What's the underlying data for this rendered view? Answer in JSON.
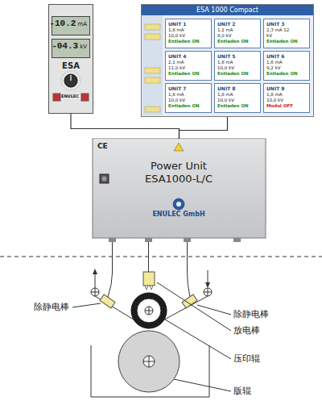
{
  "diagram": {
    "nodes": [
      {
        "text": [
          "ESA"
        ]
      },
      {
        "text": [
          "-10.2",
          "mA"
        ],
        "in": 0
      },
      {
        "text": [
          "-04.3",
          "kV"
        ],
        "in": 0
      },
      {
        "text": [
          "ESA 1000 Compact"
        ]
      },
      {
        "text": [
          "UNIT 1",
          "1,8 mA 10,0 kV",
          "Entladen ON"
        ],
        "in": 3
      },
      {
        "text": [
          "UNIT 2",
          "1,1 mA 8,0 kV",
          "Entladen ON"
        ],
        "in": 3
      },
      {
        "text": [
          "UNIT 3",
          "2,3 mA 12 kV",
          "Entladen ON"
        ],
        "in": 3
      },
      {
        "text": [
          "UNIT 4",
          "2,1 mA 11,0 kV",
          "Entladen ON"
        ],
        "in": 3
      },
      {
        "text": [
          "UNIT 5",
          "1,8 mA 10,0 kV",
          "Entladen ON"
        ],
        "in": 3
      },
      {
        "text": [
          "UNIT 6",
          "1,6 mA 9,2 kV",
          "Entladen ON"
        ],
        "in": 3
      },
      {
        "text": [
          "UNIT 7",
          "1,8 mA 10,0 kV",
          "Entladen ON"
        ],
        "in": 3
      },
      {
        "text": [
          "UNIT 8",
          "1,8 mA 10,0 kV",
          "Entladen ON"
        ],
        "in": 3
      },
      {
        "text": [
          "UNIT 9",
          "1,8 mA 10,0 kV",
          "Modul OFF"
        ],
        "in": 3
      },
      {
        "text": [
          "Power Unit ESA1000-L/C",
          "ENULEC GmbH"
        ]
      }
    ],
    "edges": [
      {
        "from": 0,
        "to": 13,
        "arrow": "none"
      },
      {
        "from": 3,
        "to": 13,
        "arrow": "none"
      }
    ],
    "labels": [
      "ENULEC",
      "CE",
      "除静电棒",
      "除静电棒",
      "放电棒",
      "压印辊",
      "版辊"
    ]
  }
}
